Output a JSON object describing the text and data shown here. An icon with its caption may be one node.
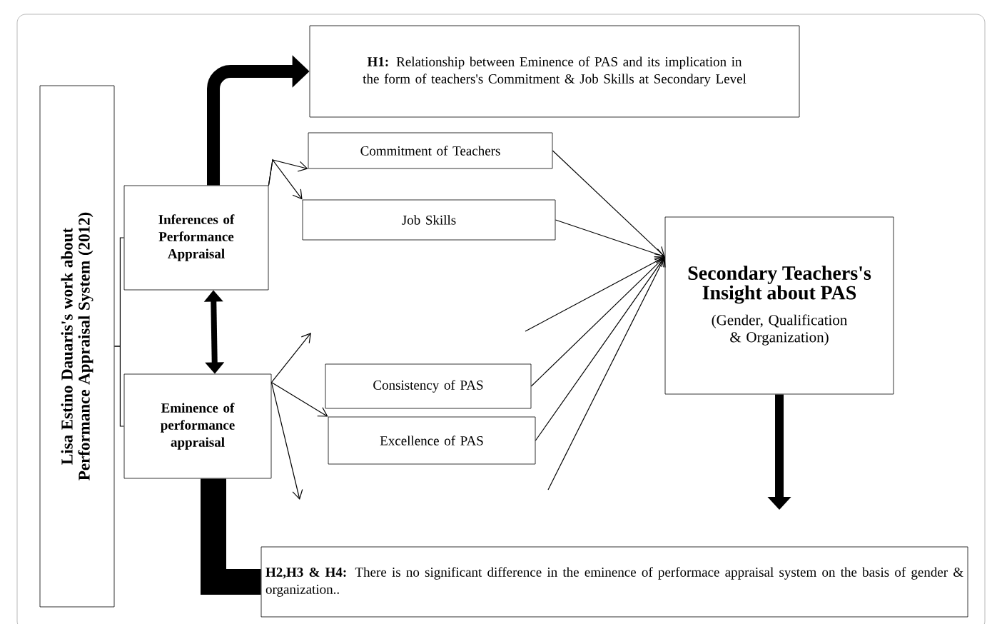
{
  "diagram": {
    "nodes": [
      {
        "text": [
          "Lisa Estino Dauaris's work about Performance Appraisal System (2012)"
        ]
      },
      {
        "text": [
          "**H1:** Relationship between Eminence of PAS and its implication in the form of teachers's Commitment & Job Skills at Secondary Level"
        ]
      },
      {
        "text": [
          "Commitment of Teachers"
        ]
      },
      {
        "text": [
          "Inferences of Performance Appraisal"
        ]
      },
      {
        "text": [
          "Job Skills"
        ]
      },
      {
        "text": [
          "Secondary Teachers's Insight about PAS",
          "(Gender, Qualification & Organization)"
        ]
      },
      {
        "text": [
          "Eminence of performance appraisal"
        ]
      },
      {
        "text": [
          "Consistency of PAS"
        ]
      },
      {
        "text": [
          "Excellence of PAS"
        ]
      },
      {
        "text": [
          "**H2,H3 & H4:** There is no significant difference in the eminence of performace appraisal system on the basis of gender & organization.."
        ]
      }
    ],
    "edges": [
      {
        "from": 0,
        "to": 3,
        "arrow": "none"
      },
      {
        "from": 0,
        "to": 6,
        "arrow": "none"
      },
      {
        "from": 3,
        "to": 1,
        "arrow": "to",
        "style": "thick"
      },
      {
        "from": 3,
        "to": 2,
        "arrow": "to"
      },
      {
        "from": 3,
        "to": 4,
        "arrow": "to"
      },
      {
        "from": 3,
        "to": 6,
        "arrow": "both",
        "style": "thick"
      },
      {
        "from": 6,
        "to": null,
        "arrow": "to"
      },
      {
        "from": 6,
        "to": 8,
        "arrow": "to"
      },
      {
        "from": 6,
        "to": null,
        "arrow": "to"
      },
      {
        "from": 2,
        "to": 5,
        "arrow": "to"
      },
      {
        "from": 4,
        "to": 5,
        "arrow": "to"
      },
      {
        "from": null,
        "to": 5,
        "arrow": "to"
      },
      {
        "from": 7,
        "to": 5,
        "arrow": "to"
      },
      {
        "from": 8,
        "to": 5,
        "arrow": "to"
      },
      {
        "from": null,
        "to": 5,
        "arrow": "to"
      },
      {
        "from": 5,
        "to": null,
        "arrow": "to",
        "style": "thick"
      },
      {
        "from": 6,
        "to": 9,
        "arrow": "none",
        "style": "thick"
      }
    ]
  }
}
